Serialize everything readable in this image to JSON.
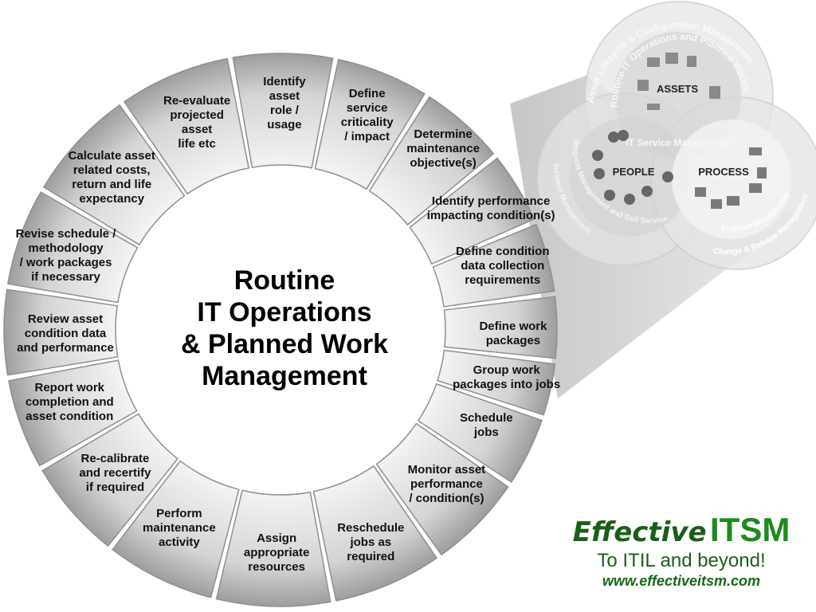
{
  "center_title": "Routine\nIT Operations\n& Planned Work\nManagement",
  "steps": [
    "Identify\nasset\nrole /\nusage",
    "Define\nservice\ncriticality\n/ impact",
    "Determine\nmaintenance\nobjective(s)",
    "Identify performance\nimpacting condition(s)",
    "Define condition\ndata collection\nrequirements",
    "Define work\npackages",
    "Group work\npackages into jobs",
    "Schedule\njobs",
    "Monitor asset\nperformance\n/ condition(s)",
    "Reschedule\njobs as\nrequired",
    "Assign\nappropriate\nresources",
    "Perform\nmaintenance\nactivity",
    "Re-calibrate\nand recertify\nif required",
    "Report work\ncompletion and\nasset condition",
    "Review asset\ncondition data\nand performance",
    "Revise schedule /\nmethodology\n/ work packages\nif necessary",
    "Calculate asset\nrelated costs,\nreturn and life\nexpectancy",
    "Re-evaluate\nprojected\nasset\nlife etc"
  ],
  "venn": {
    "assets": "ASSETS",
    "people": "PEOPLE",
    "process": "PROCESS",
    "center": "IT Service Management",
    "arc_outer_top": "Asset Lifecycle & Configuration Management",
    "arc_inner_top": "Routine IT Operations and Planned Works",
    "arc_left_outer": "Incident Management",
    "arc_left_inner": "Request Management and Self Service",
    "arc_right_inner": "Problem Management",
    "arc_right_outer": "Change & Release Management"
  },
  "logo": {
    "word1": "Effective",
    "word2": "ITSM",
    "tagline": "To ITIL and beyond!",
    "url": "www.effectiveitsm.com"
  },
  "colors": {
    "ring": "#c8c8c8",
    "logo_green": "#1e7a1e"
  }
}
